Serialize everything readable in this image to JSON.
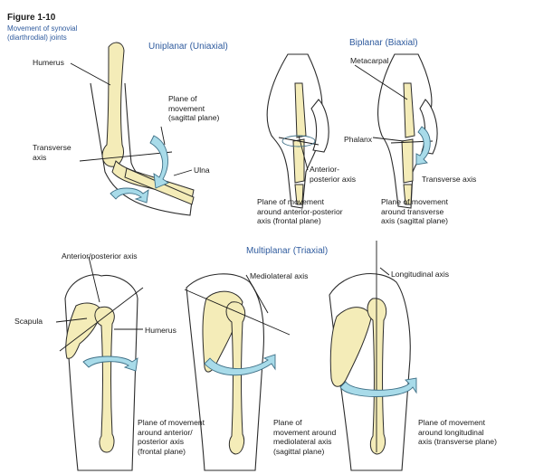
{
  "figure": {
    "number": "Figure 1-10",
    "subtitle": "Movement of synovial\n(diarthrodial) joints"
  },
  "headers": {
    "uniplanar": "Uniplanar (Uniaxial)",
    "biplanar": "Biplanar (Biaxial)",
    "multiplanar": "Multiplanar (Triaxial)"
  },
  "labels": {
    "humerus_top": "Humerus",
    "plane_of_movement": "Plane of\nmovement\n(sagittal plane)",
    "transverse_axis_left": "Transverse\naxis",
    "ulna": "Ulna",
    "metacarpal": "Metacarpal",
    "phalanx": "Phalanx",
    "anterior_posterior_axis": "Anterior-\nposterior axis",
    "transverse_axis_right": "Transverse axis",
    "anterior_posterior_axis_bottom": "Anterior/posterior axis",
    "scapula": "Scapula",
    "humerus_bottom": "Humerus",
    "mediolateral_axis": "Mediolateral axis",
    "longitudinal_axis": "Longitudinal axis"
  },
  "captions": {
    "biplanar_frontal": "Plane of movement\naround anterior-posterior\naxis (frontal plane)",
    "biplanar_sagittal": "Plane of movement\naround transverse\naxis (sagittal plane)",
    "multi_frontal": "Plane of movement\naround anterior/\nposterior axis\n(frontal plane)",
    "multi_sagittal": "Plane of\nmovement around\nmediolateral axis\n(sagittal plane)",
    "multi_transverse": "Plane of movement\naround longitudinal\naxis (transverse plane)"
  },
  "colors": {
    "bone": "#f4ecb8",
    "arrow": "#a8dbe9",
    "header_blue": "#2f5b9e"
  }
}
